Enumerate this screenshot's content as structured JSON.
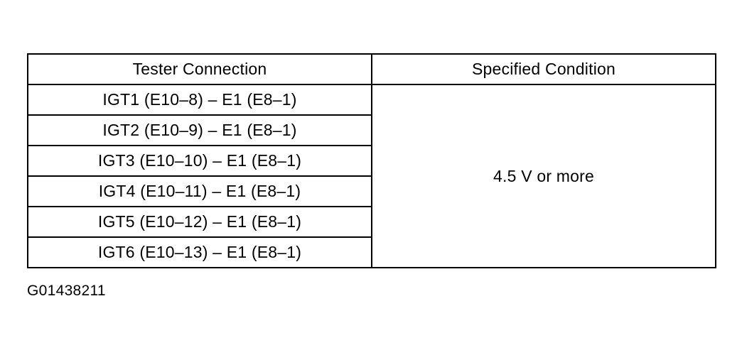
{
  "table": {
    "headers": {
      "tester_connection": "Tester Connection",
      "specified_condition": "Specified Condition"
    },
    "rows": [
      "IGT1 (E10–8) – E1 (E8–1)",
      "IGT2 (E10–9) – E1 (E8–1)",
      "IGT3 (E10–10) – E1 (E8–1)",
      "IGT4 (E10–11) – E1 (E8–1)",
      "IGT5 (E10–12) – E1 (E8–1)",
      "IGT6 (E10–13) – E1 (E8–1)"
    ],
    "condition": "4.5 V or more"
  },
  "figure_code": "G01438211"
}
